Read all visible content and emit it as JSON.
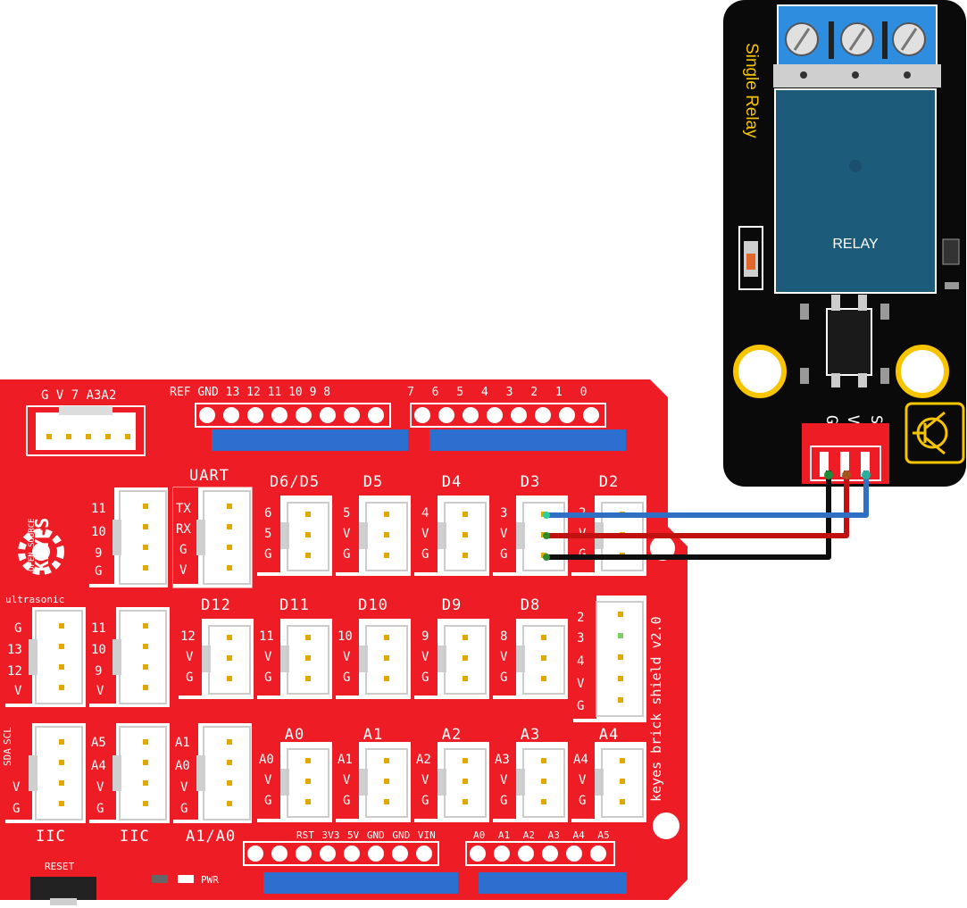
{
  "shield": {
    "brand": "KEYES",
    "brand_sub": "OPEN SOURCE",
    "version": "keyes brick shield v2.0",
    "ultrasonic_label": "ultrasonic",
    "reset_label": "RESET",
    "pwr_label": "PWR",
    "top_header_left": [
      "REF",
      "GND",
      "13",
      "12",
      "11",
      "10",
      "9",
      "8"
    ],
    "top_header_right": [
      "7",
      "6",
      "5",
      "4",
      "3",
      "2",
      "1",
      "0"
    ],
    "bottom_power_labels": [
      "RST",
      "3V3",
      "5V",
      "GND",
      "GND",
      "VIN"
    ],
    "bottom_analog_labels": [
      "A0",
      "A1",
      "A2",
      "A3",
      "A4",
      "A5"
    ],
    "ports_row1": [
      {
        "title": "D6/D5",
        "pins": [
          "6",
          "5",
          "G"
        ]
      },
      {
        "title": "D5",
        "pins": [
          "5",
          "V",
          "G"
        ]
      },
      {
        "title": "D4",
        "pins": [
          "4",
          "V",
          "G"
        ]
      },
      {
        "title": "D3",
        "pins": [
          "3",
          "V",
          "G"
        ]
      },
      {
        "title": "D2",
        "pins": [
          "2",
          "V",
          "G"
        ]
      }
    ],
    "ports_row2": [
      {
        "title": "D12",
        "pins": [
          "12",
          "V",
          "G"
        ]
      },
      {
        "title": "D11",
        "pins": [
          "11",
          "V",
          "G"
        ]
      },
      {
        "title": "D10",
        "pins": [
          "10",
          "V",
          "G"
        ]
      },
      {
        "title": "D9",
        "pins": [
          "9",
          "V",
          "G"
        ]
      },
      {
        "title": "D8",
        "pins": [
          "8",
          "V",
          "G"
        ]
      }
    ],
    "ports_row3": [
      {
        "title": "A0",
        "pins": [
          "A0",
          "V",
          "G"
        ]
      },
      {
        "title": "A1",
        "pins": [
          "A1",
          "V",
          "G"
        ]
      },
      {
        "title": "A2",
        "pins": [
          "A2",
          "V",
          "G"
        ]
      },
      {
        "title": "A3",
        "pins": [
          "A3",
          "V",
          "G"
        ]
      },
      {
        "title": "A4",
        "pins": [
          "A4",
          "V",
          "G"
        ]
      }
    ],
    "top5_header": "G V 7 A3A2",
    "uart_title": "UART",
    "uart_pins": [
      "TX",
      "RX",
      "G",
      "V"
    ],
    "spi_pins": [
      "11",
      "10",
      "9",
      "G"
    ],
    "ultra_pins": [
      "G",
      "13",
      "12",
      "V"
    ],
    "spi2_pins": [
      "11",
      "10",
      "9",
      "V"
    ],
    "d_big_pins": [
      "2",
      "3",
      "4",
      "V",
      "G"
    ],
    "iic1_pins": [
      "SDA",
      "SCL",
      "V",
      "G"
    ],
    "iic1_title": "IIC",
    "iic2_pins": [
      "A5",
      "A4",
      "V",
      "G"
    ],
    "iic2_title": "IIC",
    "a1a0_pins": [
      "A1",
      "A0",
      "V",
      "G"
    ],
    "a1a0_title": "A1/A0"
  },
  "relay": {
    "title": "Single Relay",
    "relay_label": "RELAY",
    "pins": [
      "G",
      "V",
      "S"
    ]
  },
  "wires": [
    {
      "name": "signal",
      "from": "D3 pin 3",
      "to": "S",
      "color": "#2f6fc4"
    },
    {
      "name": "power",
      "from": "D3 pin V",
      "to": "V",
      "color": "#c01010"
    },
    {
      "name": "ground",
      "from": "D3 pin G",
      "to": "G",
      "color": "#1a1a1a"
    }
  ],
  "colors": {
    "board_red": "#ee1c25",
    "relay_black": "#0a0a0a",
    "relay_blue": "#1d5b7a",
    "terminal_blue": "#1e88d8",
    "header_blue": "#2d6fcf",
    "accent_yellow": "#f7c400"
  }
}
